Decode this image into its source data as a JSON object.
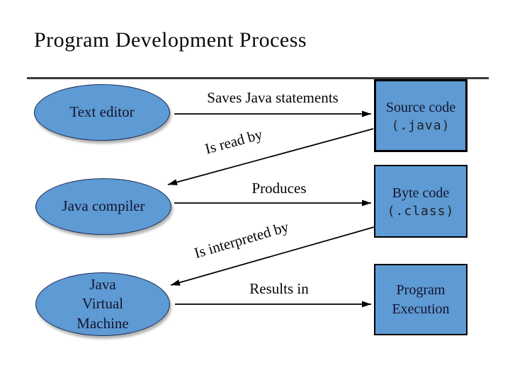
{
  "slide": {
    "title": "Program Development Process",
    "colors": {
      "shape_fill": "#5E9AD3",
      "shape_border": "#1c2c58",
      "shape_text": "#15152e",
      "box_border": "#000000",
      "rule_color": "#3a3a3a",
      "line_color": "#000000"
    }
  },
  "ellipses": [
    {
      "label": "Text editor"
    },
    {
      "label": "Java compiler"
    },
    {
      "label": "Java Virtual Machine"
    }
  ],
  "boxes": [
    {
      "title": "Source code",
      "file": "(.java)"
    },
    {
      "title": "Byte code",
      "file": "(.class)"
    },
    {
      "title": "Program Execution",
      "file": ""
    }
  ],
  "arrows": [
    {
      "label": "Saves Java statements"
    },
    {
      "label": "Is read by"
    },
    {
      "label": "Produces"
    },
    {
      "label": "Is interpreted by"
    },
    {
      "label": "Results in"
    }
  ]
}
